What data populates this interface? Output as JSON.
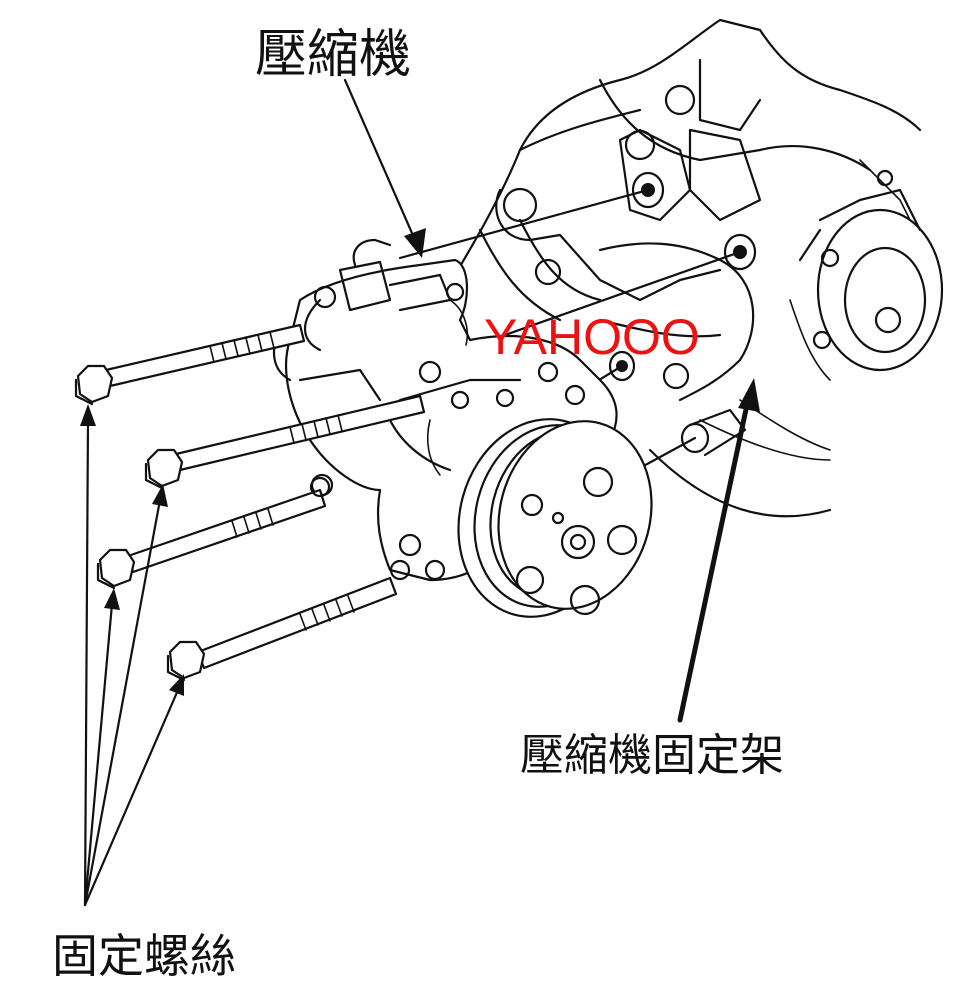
{
  "labels": {
    "compressor": "壓縮機",
    "compressor_bracket": "壓縮機固定架",
    "mounting_bolts": "固定螺絲"
  },
  "watermark": "YAHOOO",
  "colors": {
    "ink": "#111111",
    "watermark": "#ee1111",
    "background": "#ffffff"
  }
}
